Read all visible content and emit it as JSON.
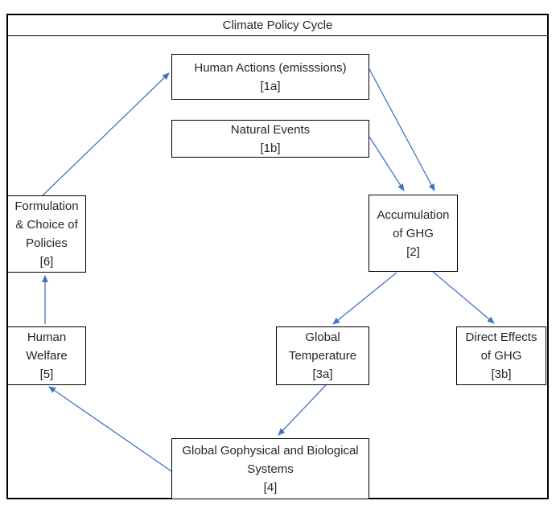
{
  "title": "Climate Policy Cycle",
  "colors": {
    "arrow": "#4472C4",
    "box_border": "#000000",
    "text": "#262626"
  },
  "nodes": {
    "human_actions": {
      "ref": "[1a]",
      "lines": [
        "Human Actions (emisssions)",
        "[1a]"
      ]
    },
    "natural_events": {
      "ref": "[1b]",
      "lines": [
        "Natural Events",
        "[1b]"
      ]
    },
    "accumulation_ghg": {
      "ref": "[2]",
      "lines": [
        "Accumulation",
        "of GHG",
        "[2]"
      ]
    },
    "global_temperature": {
      "ref": "[3a]",
      "lines": [
        "Global",
        "Temperature",
        "[3a]"
      ]
    },
    "direct_effects_ghg": {
      "ref": "[3b]",
      "lines": [
        "Direct Effects",
        "of GHG",
        "[3b]"
      ]
    },
    "global_systems": {
      "ref": "[4]",
      "lines": [
        "Global Gophysical and Biological",
        "Systems",
        "[4]"
      ]
    },
    "human_welfare": {
      "ref": "[5]",
      "lines": [
        "Human",
        "Welfare",
        "[5]"
      ]
    },
    "formulation_policies": {
      "ref": "[6]",
      "lines": [
        "Formulation",
        "& Choice of",
        "Policies",
        "[6]"
      ]
    }
  },
  "edges": [
    {
      "from": "[6]",
      "to": "[1a]"
    },
    {
      "from": "[1a]",
      "to": "[2]"
    },
    {
      "from": "[1b]",
      "to": "[2]"
    },
    {
      "from": "[2]",
      "to": "[3a]"
    },
    {
      "from": "[2]",
      "to": "[3b]"
    },
    {
      "from": "[3a]",
      "to": "[4]"
    },
    {
      "from": "[4]",
      "to": "[5]"
    },
    {
      "from": "[5]",
      "to": "[6]"
    }
  ]
}
